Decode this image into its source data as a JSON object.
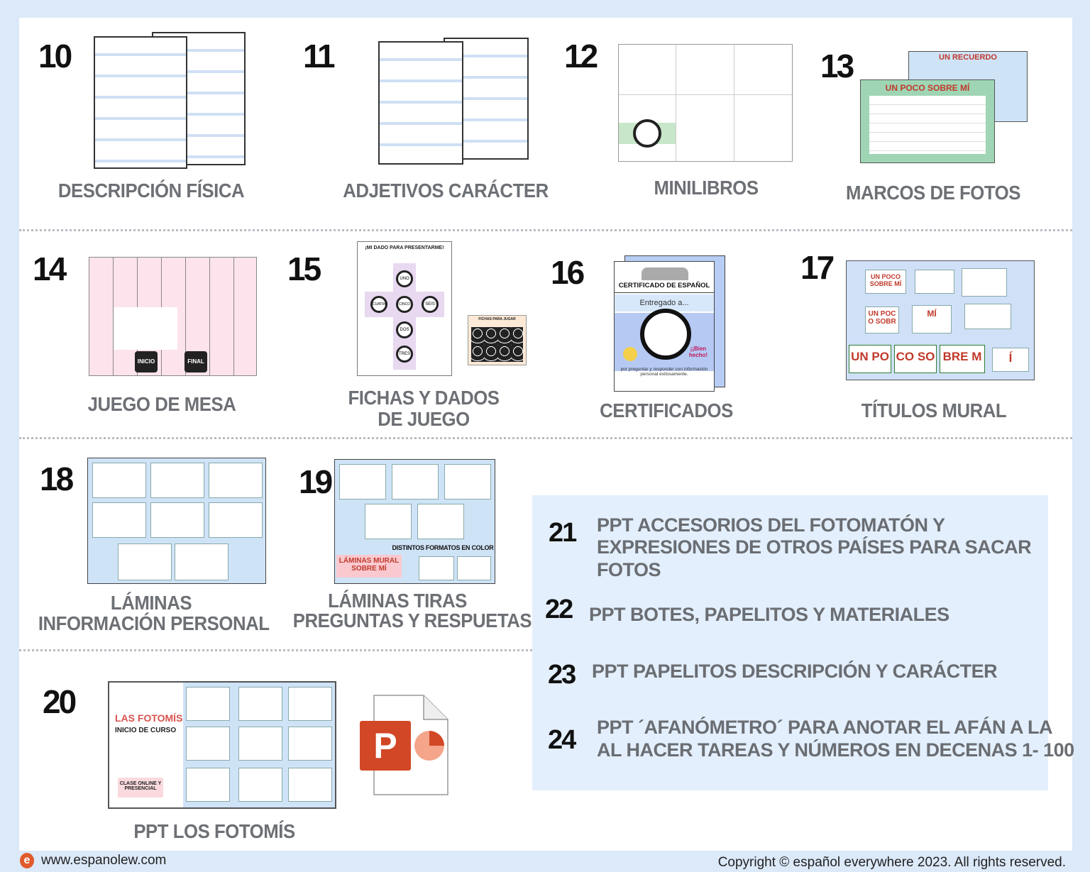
{
  "products": [
    {
      "number": "10",
      "label": "DESCRIPCIÓN  FÍSICA"
    },
    {
      "number": "11",
      "label": "ADJETIVOS CARÁCTER"
    },
    {
      "number": "12",
      "label": "MINILIBROS"
    },
    {
      "number": "13",
      "label": "MARCOS DE FOTOS",
      "thumb_texts": [
        "UN RECUERDO",
        "UN POCO SOBRE MÍ"
      ]
    },
    {
      "number": "14",
      "label": "JUEGO DE MESA",
      "thumb_texts": [
        "INICIO",
        "FINAL"
      ]
    },
    {
      "number": "15",
      "label_lines": [
        "FICHAS Y DADOS",
        "DE JUEGO"
      ],
      "thumb_texts": [
        "¡MI DADO PARA PRESENTARME!",
        "UNO",
        "DOS",
        "TRES",
        "CUATRO",
        "CINCO",
        "SEIS",
        "FICHAS PARA JUGAR"
      ]
    },
    {
      "number": "16",
      "label": "CERTIFICADOS",
      "thumb_texts": [
        "CERTIFICADO DE ESPAÑOL",
        "Entregado a...",
        "¡¡Bien hecho!",
        "por preguntar y responder con información personal exitosamente."
      ]
    },
    {
      "number": "17",
      "label": "TÍTULOS MURAL",
      "thumb_texts": [
        "UN POCO SOBRE MÍ",
        "UN POC O SOBR",
        "MÍ",
        "UN PO",
        "CO SO",
        "BRE M",
        "Í"
      ]
    },
    {
      "number": "18",
      "label_lines": [
        "LÁMINAS",
        "INFORMACIÓN PERSONAL"
      ]
    },
    {
      "number": "19",
      "label_lines": [
        "LÁMINAS TIRAS",
        "PREGUNTAS Y RESPUETAS"
      ],
      "thumb_texts": [
        "LÁMINAS MURAL SOBRE MÍ",
        "DISTINTOS FORMATOS EN COLOR"
      ]
    },
    {
      "number": "20",
      "label": "PPT LOS FOTOMÍS",
      "thumb_texts": [
        "LAS FOTOMÍS",
        "INICIO DE CURSO",
        "CLASE ONLINE Y PRESENCIAL"
      ]
    }
  ],
  "ppt_list": [
    {
      "number": "21",
      "lines": [
        "PPT ACCESORIOS DEL FOTOMATÓN Y",
        "EXPRESIONES DE OTROS PAÍSES PARA SACAR",
        "FOTOS"
      ]
    },
    {
      "number": "22",
      "lines": [
        "PPT BOTES, PAPELITOS Y  MATERIALES"
      ]
    },
    {
      "number": "23",
      "lines": [
        "PPT PAPELITOS DESCRIPCIÓN Y CARÁCTER"
      ]
    },
    {
      "number": "24",
      "lines": [
        "PPT ´AFANÓMETRO´ PARA ANOTAR EL AFÁN A LA",
        "AL HACER TAREAS Y NÚMEROS EN DECENAS 1- 100"
      ]
    }
  ],
  "footer": {
    "website": "www.espanolew.com",
    "copyright": "Copyright © español everywhere 2023. All rights reserved.",
    "logo_letter": "e"
  },
  "colors": {
    "label_gray": "#6d7075",
    "panel_bg": "#e3effc",
    "page_border": "#dce9f9",
    "ppt_orange": "#d24726",
    "title_red": "#c0392b"
  },
  "icons": {
    "powerpoint": "powerpoint-file-icon"
  }
}
